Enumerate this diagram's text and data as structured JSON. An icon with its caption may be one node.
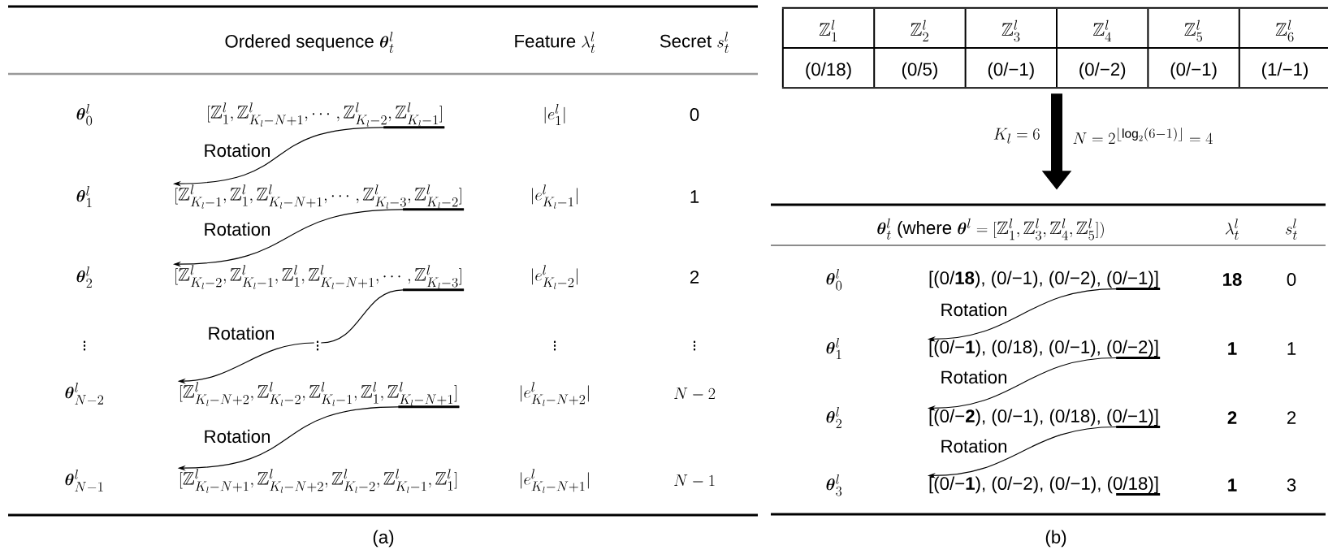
{
  "diagram": {
    "nodes": [
      {
        "text": [
          "[\\mathbb{Z}_1^l, \\mathbb{Z}_{K_l-N+1}^l, \\cdots, \\mathbb{Z}_{K_l-2}^l, \\mathbb{Z}_{K_l-1}^l]"
        ]
      },
      {
        "text": [
          "[\\mathbb{Z}_{K_l-1}^l, \\mathbb{Z}_1^l, \\mathbb{Z}_{K_l-N+1}^l, \\cdots, \\mathbb{Z}_{K_l-3}^l, \\mathbb{Z}_{K_l-2}^l]"
        ]
      },
      {
        "text": [
          "[\\mathbb{Z}_{K_l-2}^l, \\mathbb{Z}_{K_l-1}^l, \\mathbb{Z}_1^l, \\mathbb{Z}_{K_l-N+1}^l, \\cdots, \\mathbb{Z}_{K_l-3}^l]"
        ]
      },
      {
        "text": [
          "\\vdots"
        ]
      },
      {
        "text": [
          "[\\mathbb{Z}_{K_l-N+2}^l, \\mathbb{Z}_{K_l-2}^l, \\mathbb{Z}_{K_l-1}^l, \\mathbb{Z}_1^l, \\mathbb{Z}_{K_l-N+1}^l]"
        ]
      },
      {
        "text": [
          "[\\mathbb{Z}_{K_l-N+1}^l, \\mathbb{Z}_{K_l-N+2}^l, \\mathbb{Z}_{K_l-2}^l, \\mathbb{Z}_{K_l-1}^l, \\mathbb{Z}_1^l]"
        ]
      },
      {
        "text": [
          "\\mathbb{Z}_1^l",
          "\\mathbb{Z}_2^l",
          "\\mathbb{Z}_3^l",
          "\\mathbb{Z}_4^l",
          "\\mathbb{Z}_5^l",
          "\\mathbb{Z}_6^l",
          "(0/18)",
          "(0/5)",
          "(0/−1)",
          "(0/−2)",
          "(0/−1)",
          "(1/−1)"
        ]
      },
      {
        "text": [
          "\\boldsymbol{\\theta}_t^l\\text{ (where }\\boldsymbol{\\theta}^l=[\\mathbb{Z}_1^l, \\mathbb{Z}_3^l, \\mathbb{Z}_4^l, \\mathbb{Z}_5^l])"
        ]
      },
      {
        "text": [
          "[(0/**18**), (0/−1), (0/−2), (0/−1)]"
        ]
      },
      {
        "text": [
          "[(0/−**1**), (0/18), (0/−1), (0/−2)]"
        ]
      },
      {
        "text": [
          "[(0/−**2**), (0/−1), (0/18), (0/−1)]"
        ]
      },
      {
        "text": [
          "[(0/−**1**), (0/−2), (0/−1), (0/18)]"
        ]
      }
    ],
    "edges": [
      {
        "from": 0,
        "to": 1,
        "arrow": "to",
        "label": "Rotation"
      },
      {
        "from": 1,
        "to": 2,
        "arrow": "to",
        "label": "Rotation"
      },
      {
        "from": 2,
        "to": 3,
        "arrow": "none"
      },
      {
        "from": 3,
        "to": 4,
        "arrow": "to",
        "label": "Rotation"
      },
      {
        "from": 4,
        "to": 5,
        "arrow": "to",
        "label": "Rotation"
      },
      {
        "from": 6,
        "to": 7,
        "arrow": "to",
        "style": "thick",
        "label": "K_l=6"
      },
      {
        "from": 8,
        "to": 9,
        "arrow": "to",
        "label": "Rotation"
      },
      {
        "from": 9,
        "to": 10,
        "arrow": "to",
        "label": "Rotation"
      },
      {
        "from": 10,
        "to": 11,
        "arrow": "to",
        "label": "Rotation"
      }
    ],
    "labels": [
      "\\text{Ordered sequence }\\boldsymbol{\\theta}_t^l",
      "\\text{Feature }\\lambda_t^l",
      "\\text{Secret }s_t^l",
      "\\boldsymbol{\\theta}_0^l",
      "|e_1^l|",
      "0",
      "\\boldsymbol{\\theta}_1^l",
      "|e_{K_l-1}^l|",
      "1",
      "\\boldsymbol{\\theta}_2^l",
      "|e_{K_l-2}^l|",
      "2",
      "\\vdots",
      "\\vdots",
      "\\vdots",
      "\\boldsymbol{\\theta}_{N-2}^l",
      "|e_{K_l-N+2}^l|",
      "N-2",
      "\\boldsymbol{\\theta}_{N-1}^l",
      "|e_{K_l-N+1}^l|",
      "N-1",
      "(a)",
      "N=2^{\\lfloor\\log_2(6-1)\\rfloor}=4",
      "\\lambda_t^l",
      "s_t^l",
      "\\boldsymbol{\\theta}_0^l",
      "18",
      "0",
      "\\boldsymbol{\\theta}_1^l",
      "1",
      "1",
      "\\boldsymbol{\\theta}_2^l",
      "2",
      "2",
      "\\boldsymbol{\\theta}_3^l",
      "1",
      "3",
      "(b)"
    ]
  }
}
